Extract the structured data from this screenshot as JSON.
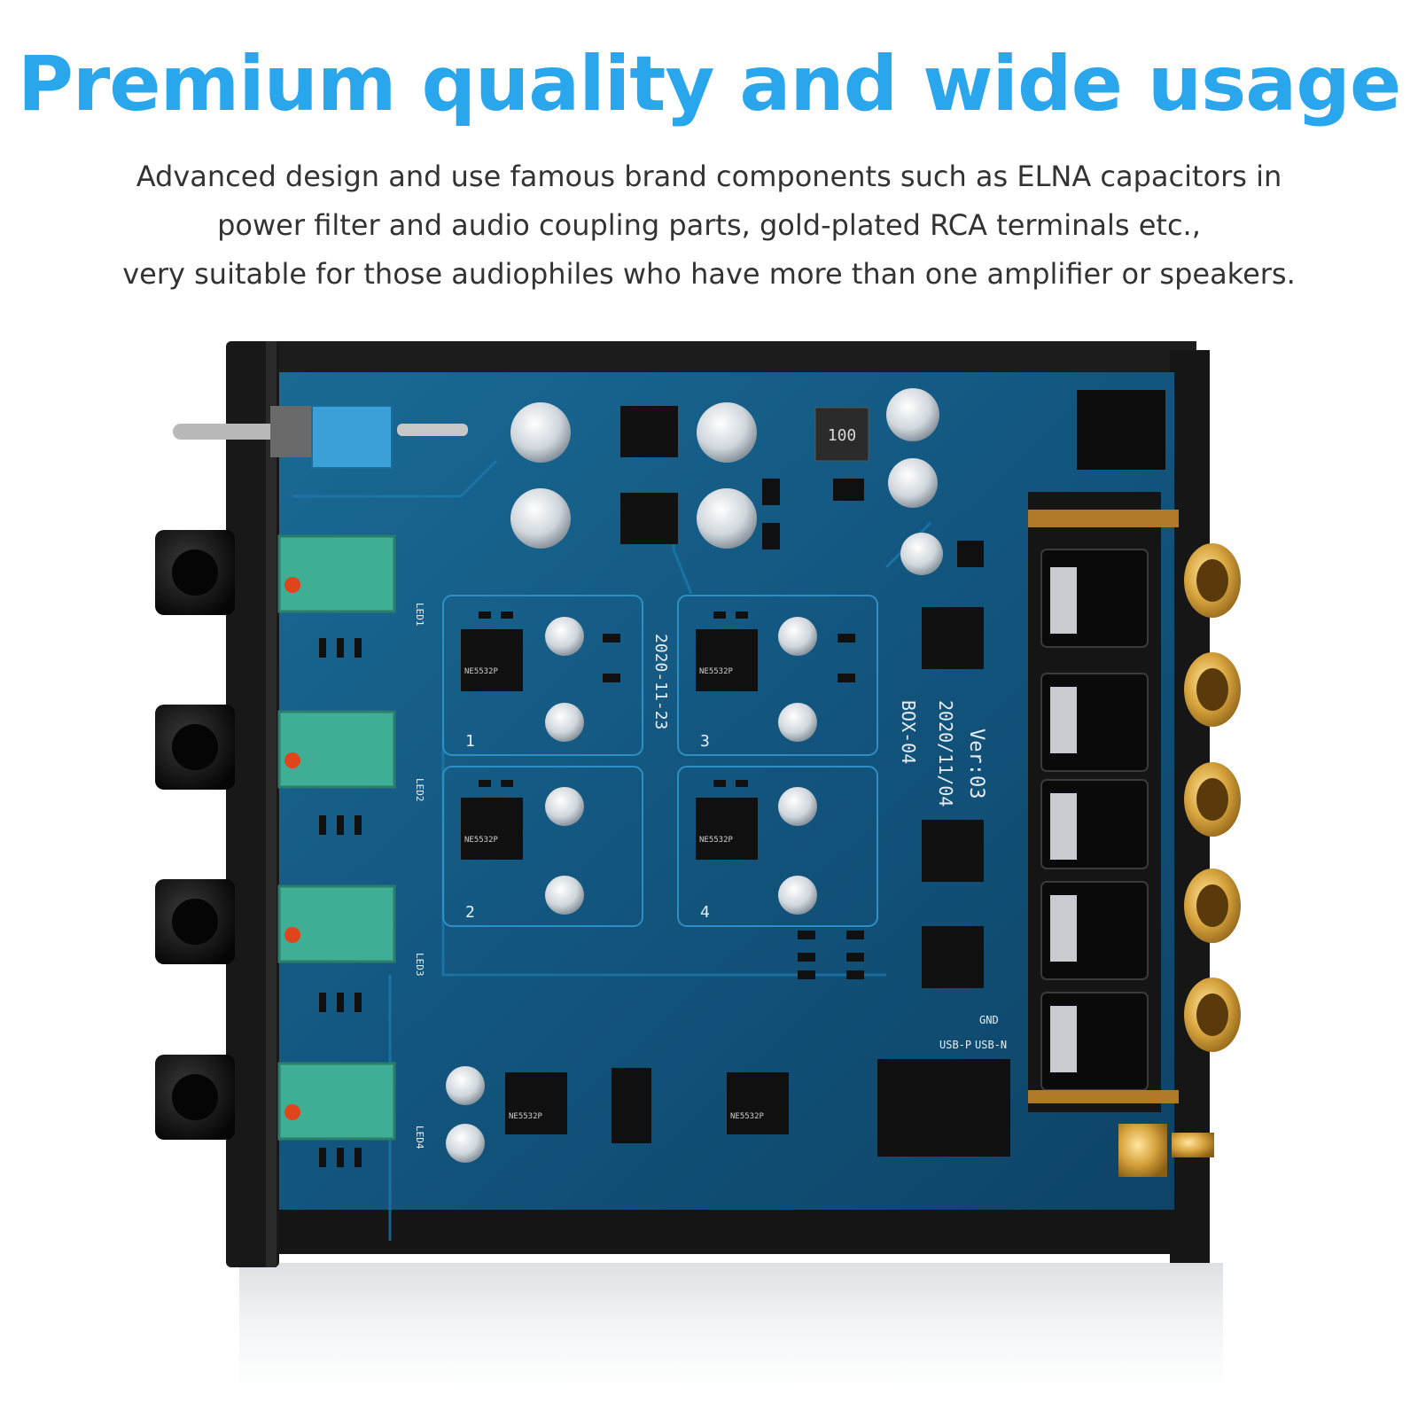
{
  "headline": "Premium quality and wide usage",
  "description": {
    "line1": "Advanced design and use famous brand components such as ELNA capacitors in",
    "line2": "power filter and audio coupling parts, gold-plated RCA terminals etc.,",
    "line3": "very suitable for those audiophiles who have more than one amplifier or speakers."
  },
  "pcb_markings": {
    "version": "Ver:03",
    "date": "2020/11/04",
    "box": "BOX-04",
    "build_date": "2020-11-23",
    "inductor": "100",
    "usb_p": "USB-P",
    "usb_n": "USB-N",
    "gnd": "GND",
    "chip": "NE5532P",
    "channels": [
      "1",
      "2",
      "3",
      "4"
    ],
    "leds": [
      "LED1",
      "LED2",
      "LED3",
      "LED4"
    ]
  },
  "colors": {
    "headline": "#2aa7ec",
    "pcb": "#12527a",
    "chassis": "#1a1a1a",
    "gold": "#c8952e",
    "pot": "#3fae94"
  }
}
